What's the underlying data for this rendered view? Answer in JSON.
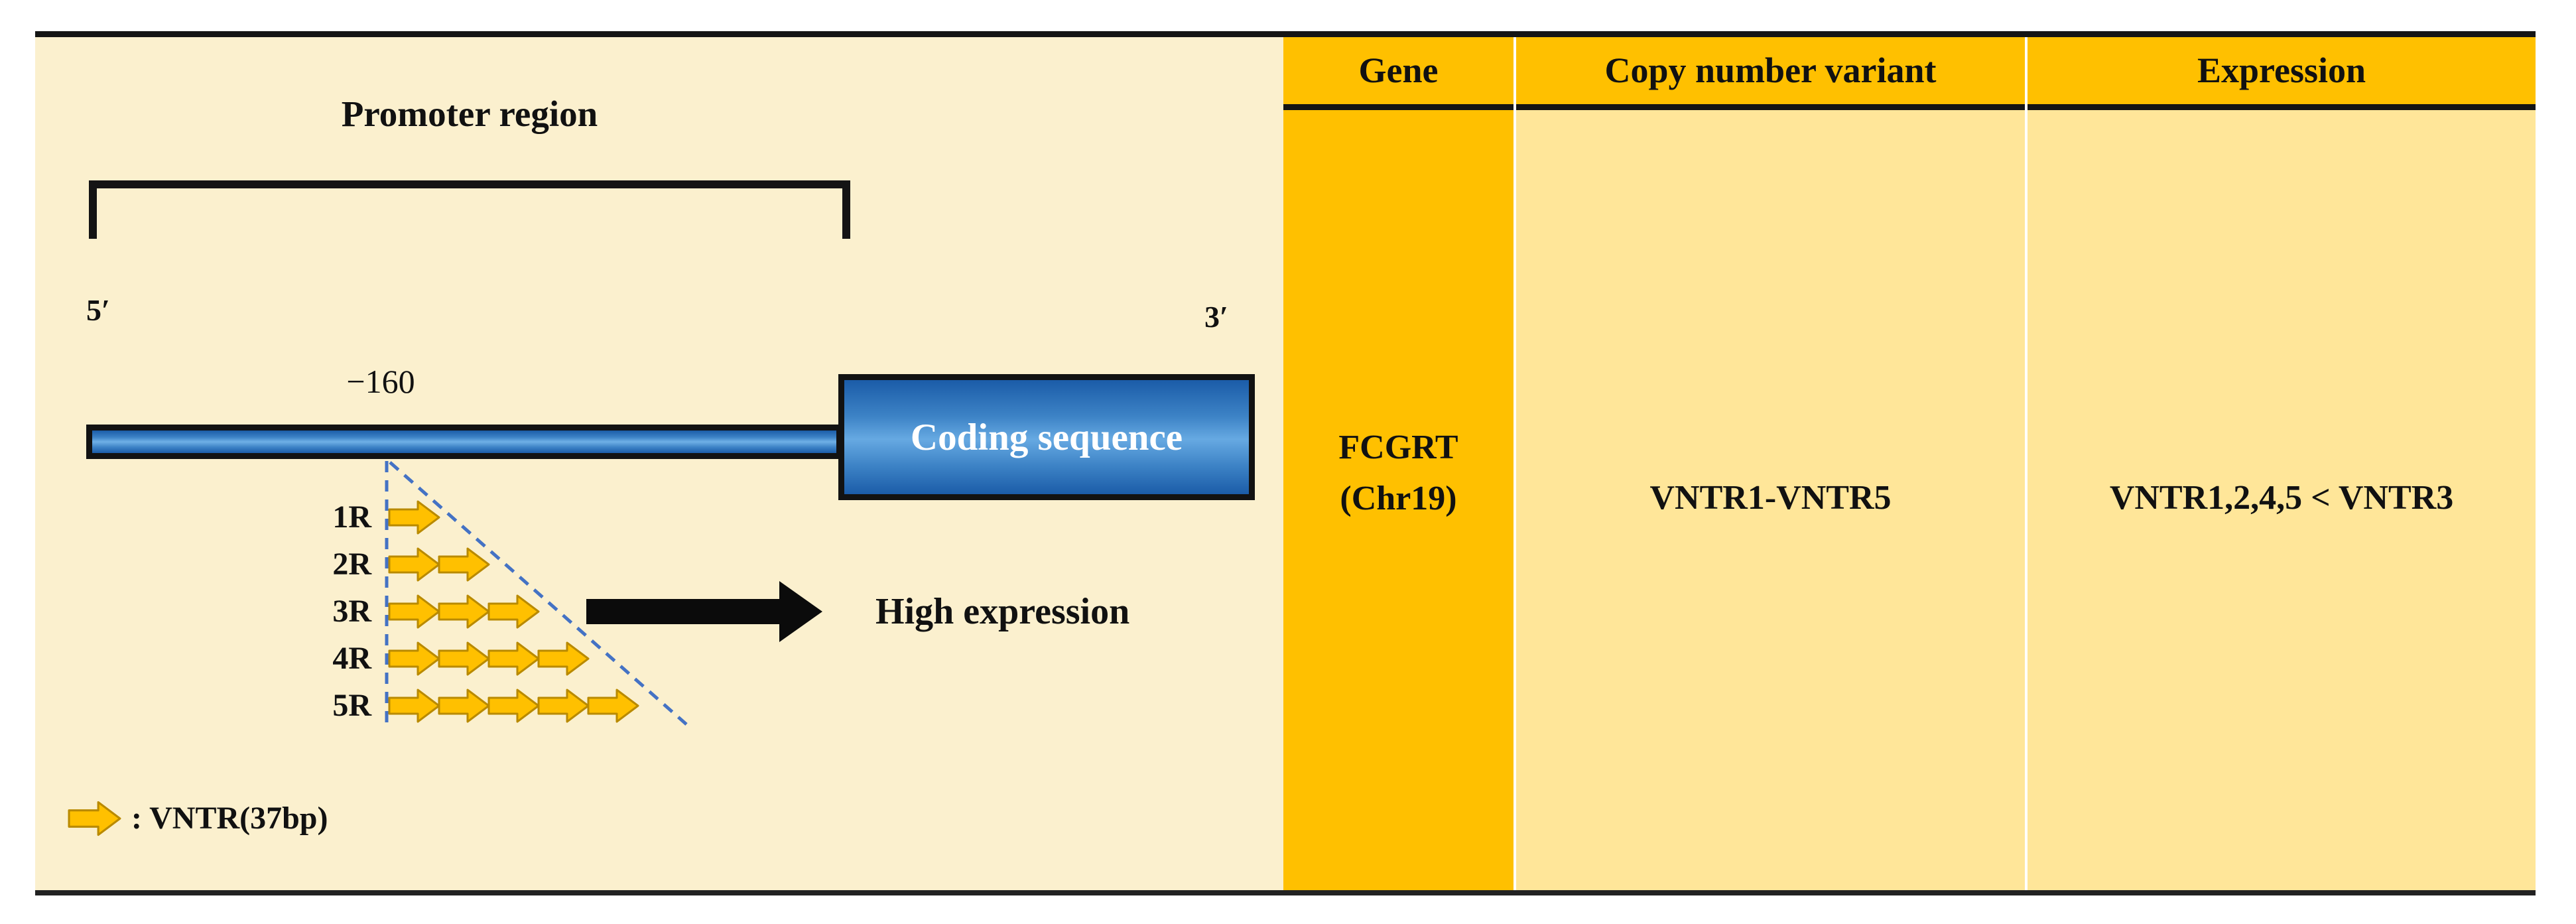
{
  "figure": {
    "diagram": {
      "promoter_region_label": "Promoter region",
      "five_prime_label": "5′",
      "three_prime_label": "3′",
      "vntr_position_label": "−160",
      "coding_sequence_label": "Coding sequence",
      "high_expression_label": "High expression",
      "vntr_rows": [
        {
          "label": "1R",
          "repeats": 1
        },
        {
          "label": "2R",
          "repeats": 2
        },
        {
          "label": "3R",
          "repeats": 3
        },
        {
          "label": "4R",
          "repeats": 4
        },
        {
          "label": "5R",
          "repeats": 5
        }
      ],
      "legend_label": ": VNTR(37bp)",
      "colors": {
        "panel_background": "#FBF0CE",
        "repeat_arrow_fill": "#FFC000",
        "repeat_arrow_border": "#B98A00",
        "dashed_line": "#4472C4",
        "dna_blue": "#3D83C6",
        "black_arrow": "#0B0B0B"
      }
    },
    "table": {
      "headers": [
        {
          "label": "Gene"
        },
        {
          "label": "Copy number variant"
        },
        {
          "label": "Expression"
        }
      ],
      "row": {
        "gene_line1": "FCGRT",
        "gene_line2": "(Chr19)",
        "copy_number_variant": "VNTR1-VNTR5",
        "expression": "VNTR1,2,4,5 < VNTR3"
      },
      "colors": {
        "header_bg": "#FFC000",
        "gene_column_bg": "#FFC000",
        "cell_bg": "#FFE699"
      }
    }
  }
}
